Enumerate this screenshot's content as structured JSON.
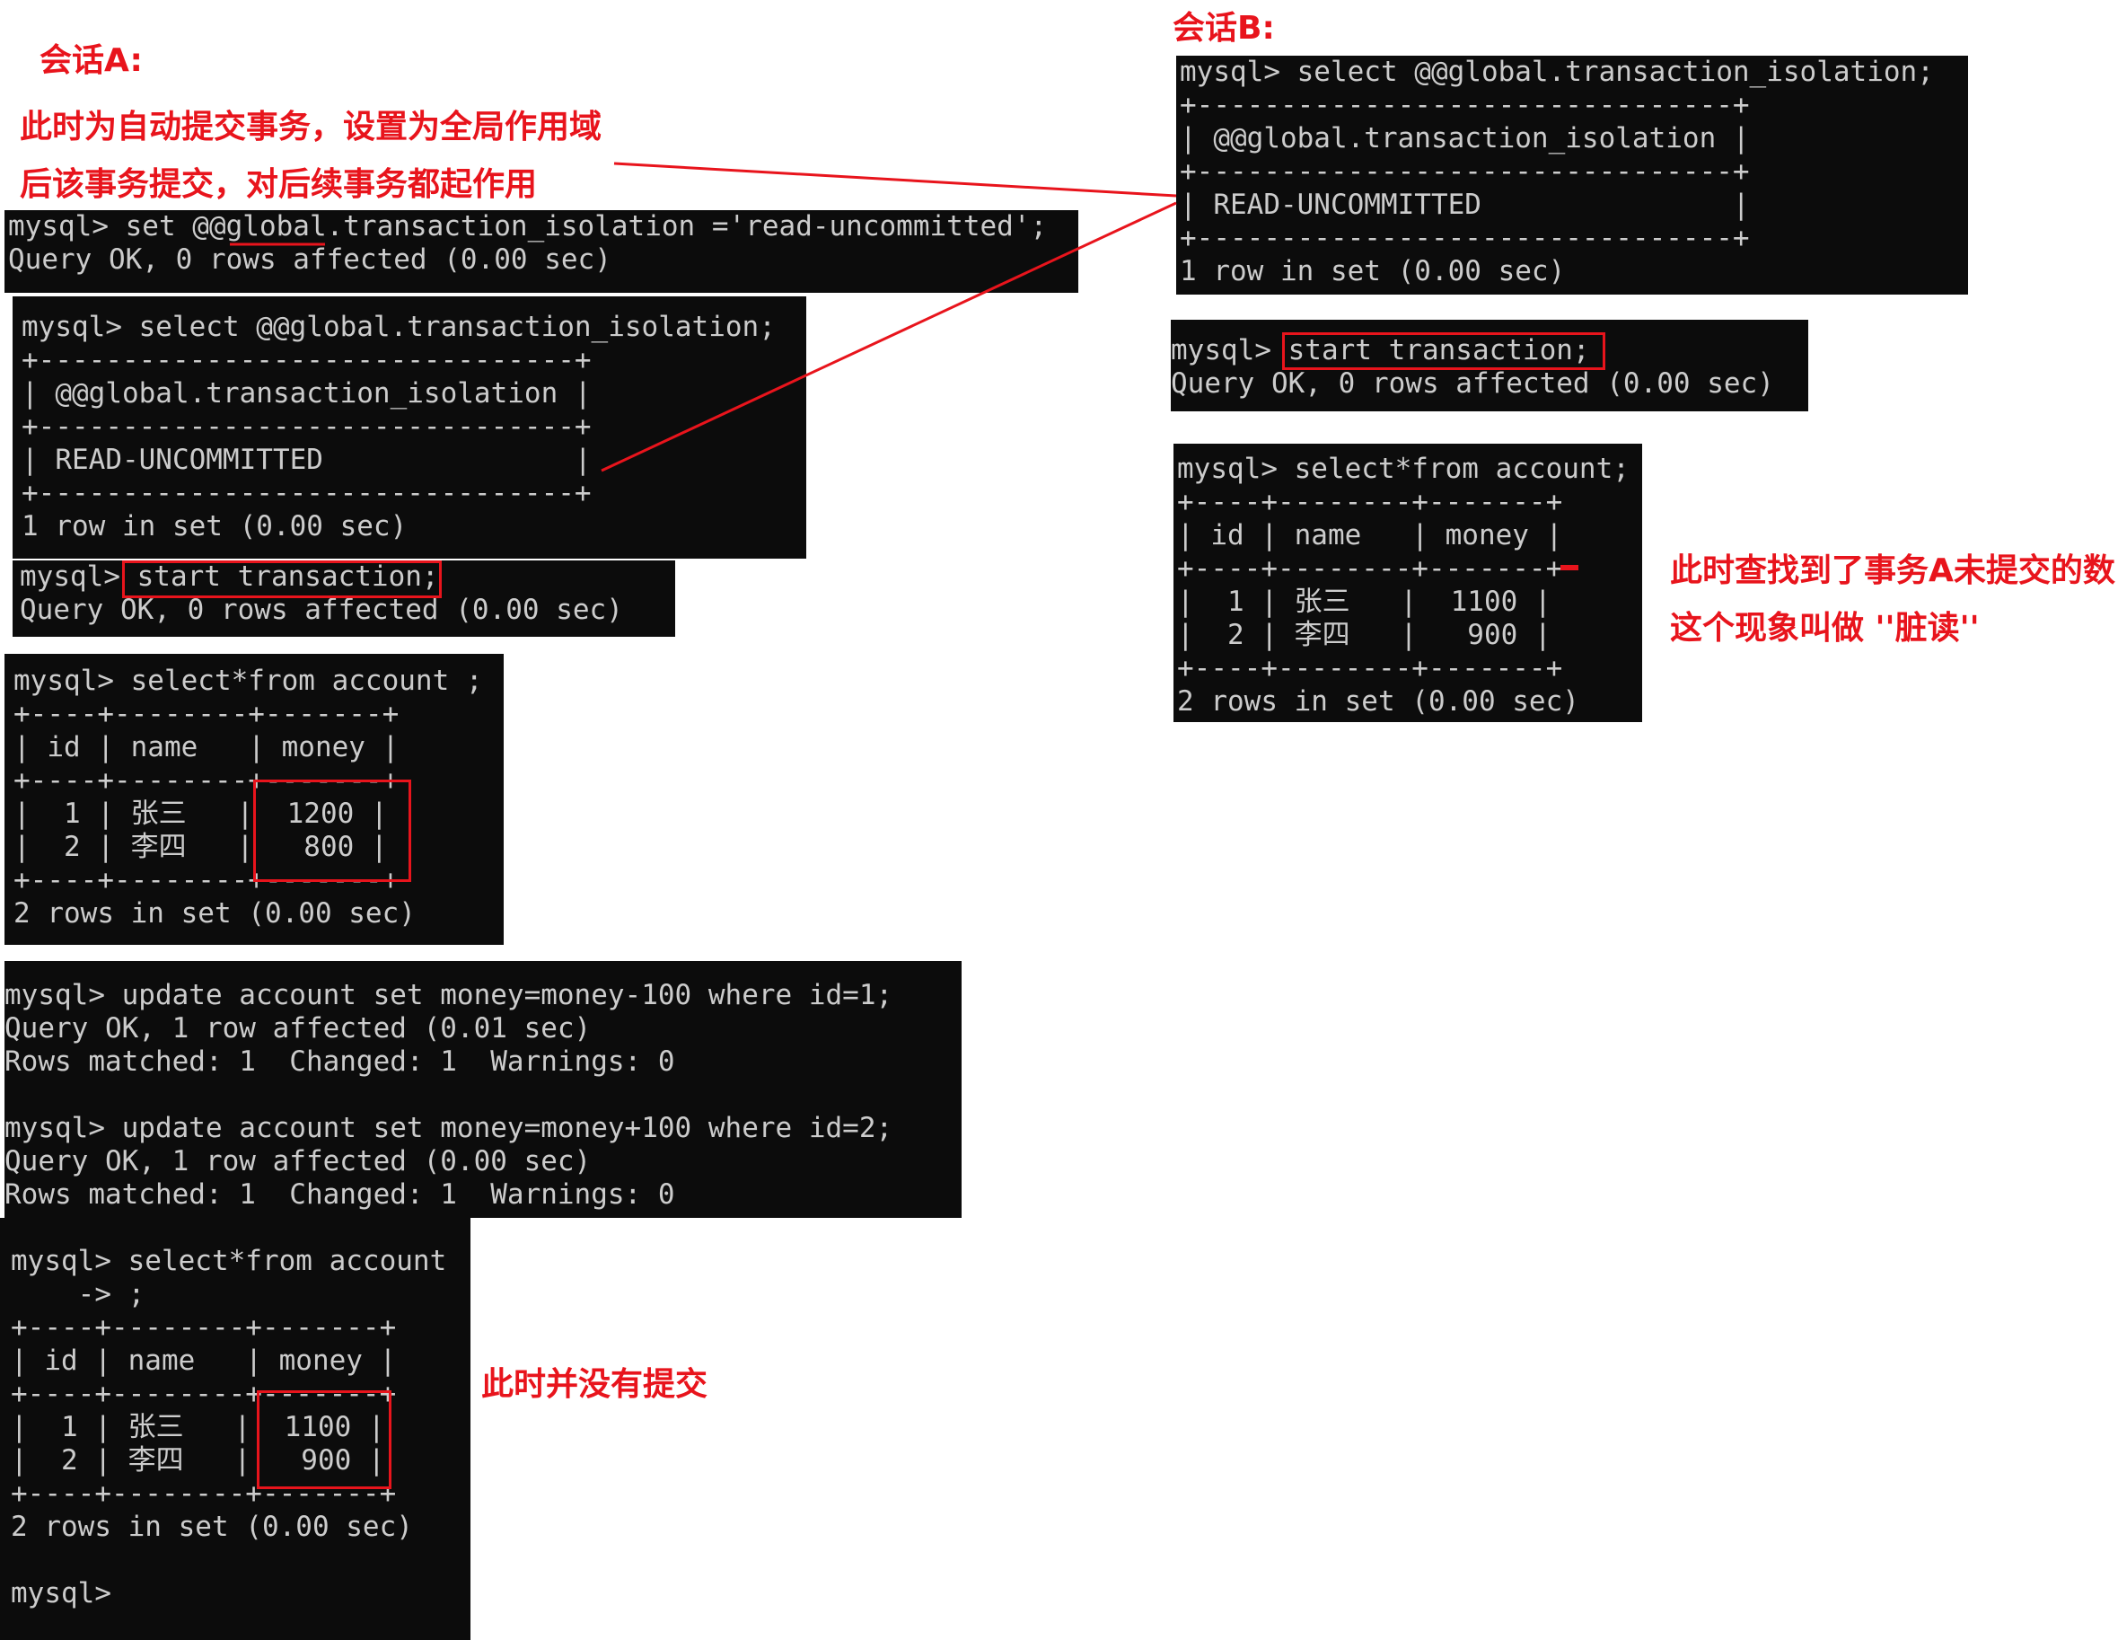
{
  "session_a": {
    "title": "会话A:",
    "note_line1": "此时为自动提交事务，设置为全局作用域",
    "note_line2": "后该事务提交，对后续事务都起作用",
    "note_not_committed": "此时并没有提交",
    "set_isolation": [
      "mysql> set @@global.transaction_isolation ='read-uncommitted';",
      "Query OK, 0 rows affected (0.00 sec)"
    ],
    "select_isolation": [
      "mysql> select @@global.transaction_isolation;",
      "+--------------------------------+",
      "| @@global.transaction_isolation |",
      "+--------------------------------+",
      "| READ-UNCOMMITTED               |",
      "+--------------------------------+",
      "1 row in set (0.00 sec)"
    ],
    "start_transaction": [
      "mysql> start transaction;",
      "Query OK, 0 rows affected (0.00 sec)"
    ],
    "select_account_1": [
      "mysql> select*from account ;",
      "+----+--------+-------+",
      "| id | name   | money |",
      "+----+--------+-------+",
      "|  1 | 张三   |  1200 |",
      "|  2 | 李四   |   800 |",
      "+----+--------+-------+",
      "2 rows in set (0.00 sec)"
    ],
    "updates": [
      "mysql> update account set money=money-100 where id=1;",
      "Query OK, 1 row affected (0.01 sec)",
      "Rows matched: 1  Changed: 1  Warnings: 0",
      "",
      "mysql> update account set money=money+100 where id=2;",
      "Query OK, 1 row affected (0.00 sec)",
      "Rows matched: 1  Changed: 1  Warnings: 0"
    ],
    "select_account_2": [
      "mysql> select*from account",
      "    -> ;",
      "+----+--------+-------+",
      "| id | name   | money |",
      "+----+--------+-------+",
      "|  1 | 张三   |  1100 |",
      "|  2 | 李四   |   900 |",
      "+----+--------+-------+",
      "2 rows in set (0.00 sec)",
      "",
      "mysql>"
    ]
  },
  "session_b": {
    "title": "会话B:",
    "note_line1": "此时查找到了事务A未提交的数",
    "note_line2": "这个现象叫做 ''脏读''",
    "select_isolation": [
      "mysql> select @@global.transaction_isolation;",
      "+--------------------------------+",
      "| @@global.transaction_isolation |",
      "+--------------------------------+",
      "| READ-UNCOMMITTED               |",
      "+--------------------------------+",
      "1 row in set (0.00 sec)"
    ],
    "start_transaction": [
      "mysql> start transaction;",
      "Query OK, 0 rows affected (0.00 sec)"
    ],
    "select_account": [
      "mysql> select*from account;",
      "+----+--------+-------+",
      "| id | name   | money |",
      "+----+--------+-------+",
      "|  1 | 张三   |  1100 |",
      "|  2 | 李四   |   900 |",
      "+----+--------+-------+",
      "2 rows in set (0.00 sec)"
    ]
  },
  "colors": {
    "terminal_bg": "#0c0c0c",
    "terminal_text": "#cccccc",
    "annotation_red": "#e8141c"
  }
}
